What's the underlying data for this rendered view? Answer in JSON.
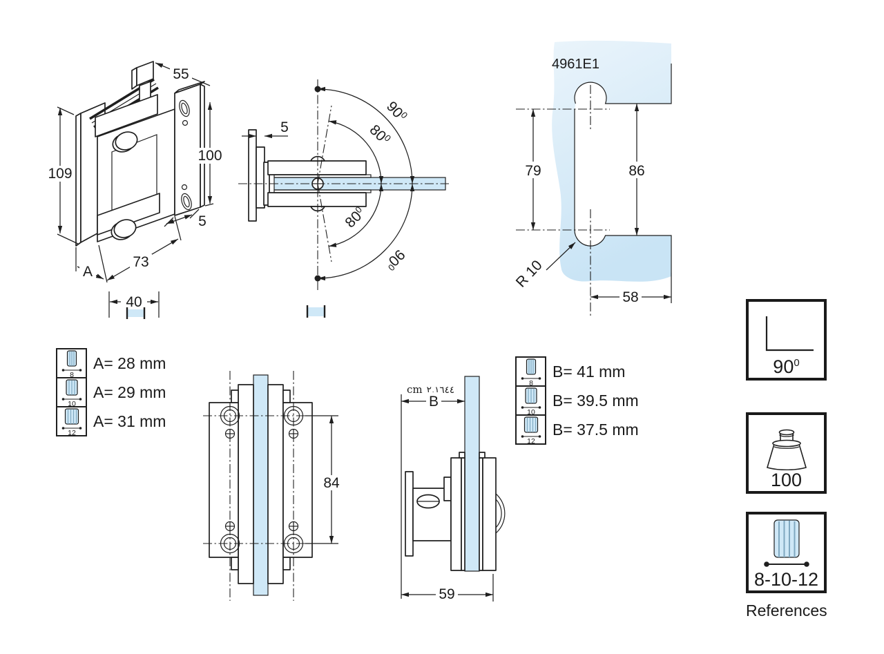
{
  "drawing": {
    "iso_view": {
      "dims": {
        "top_width": "55",
        "side_height": "100",
        "height": "109",
        "plate_thickness": "5",
        "width": "73",
        "glass_offset": "A",
        "glass_cut_width": "40"
      }
    },
    "top_view": {
      "dims": {
        "wall_plate_thickness": "5"
      },
      "angles": {
        "outer": "90",
        "inner": "80",
        "sup": "0"
      }
    },
    "cutout_view": {
      "model": "4961E1",
      "dims": {
        "slot_centers": "79",
        "cut_height": "86",
        "radius": "R 10",
        "cut_width": "58"
      }
    },
    "front_view": {
      "dims": {
        "screw_spacing": "84"
      }
    },
    "side_view": {
      "note": {
        "prefix": "cm",
        "value": "٢,١٦٤٤"
      },
      "dims": {
        "depth": "B",
        "total_depth": "59"
      }
    },
    "table_a": {
      "rows": [
        {
          "thickness": "8",
          "label": "A= 28 mm"
        },
        {
          "thickness": "10",
          "label": "A= 29 mm"
        },
        {
          "thickness": "12",
          "label": "A= 31 mm"
        }
      ]
    },
    "table_b": {
      "rows": [
        {
          "thickness": "8",
          "label": "B= 41 mm"
        },
        {
          "thickness": "10",
          "label": "B= 39.5 mm"
        },
        {
          "thickness": "12",
          "label": "B= 37.5 mm"
        }
      ]
    },
    "reference_panel": {
      "angle": {
        "value": "90",
        "sup": "0"
      },
      "cone_label": "100",
      "glass_label": "8-10-12",
      "caption": "References"
    }
  }
}
